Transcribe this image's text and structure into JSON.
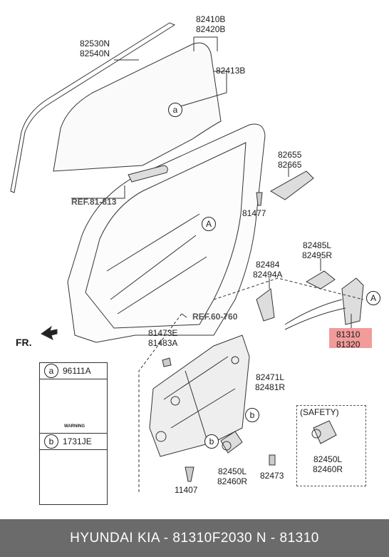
{
  "labels": {
    "glass_rail": "82530N\n82540N",
    "glass": "82410B\n82420B",
    "glass_clip": "82413B",
    "handle_ref": "REF.81-813",
    "check": "82655\n82665",
    "bolt_81477": "81477",
    "circle_a": "a",
    "circle_A": "A",
    "bracket_L": "82485L\n82495R",
    "bracket_84": "82484\n82494A",
    "door_ref": "REF.60-760",
    "latch": "81310\n81320",
    "fr": "FR.",
    "seal": "81473E\n81483A",
    "regulator": "82471L\n82481R",
    "motor": "82450L\n82460R",
    "bolt_82473": "82473",
    "bolt_11407": "11407",
    "circle_b": "b",
    "safety_title": "(SAFETY)",
    "safety_motor": "82450L\n82460R"
  },
  "legend": [
    {
      "key": "a",
      "code": "96111A",
      "sticker_text": "WARNING"
    },
    {
      "key": "b",
      "code": "1731JE"
    }
  ],
  "footer": "HYUNDAI  KIA - 81310F2030     N - 81310"
}
